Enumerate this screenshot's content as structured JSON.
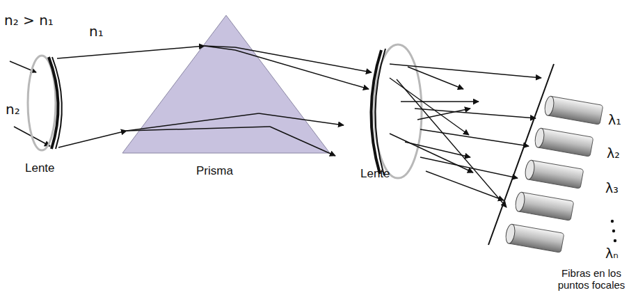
{
  "diagram": {
    "labels": [
      "n₂ > n₁",
      "n₁",
      "n₂",
      "Lente",
      "Prisma",
      "Lente",
      "λ₁",
      "λ₂",
      "λ₃",
      "λₙ",
      "Fibras en los puntos focales"
    ]
  }
}
